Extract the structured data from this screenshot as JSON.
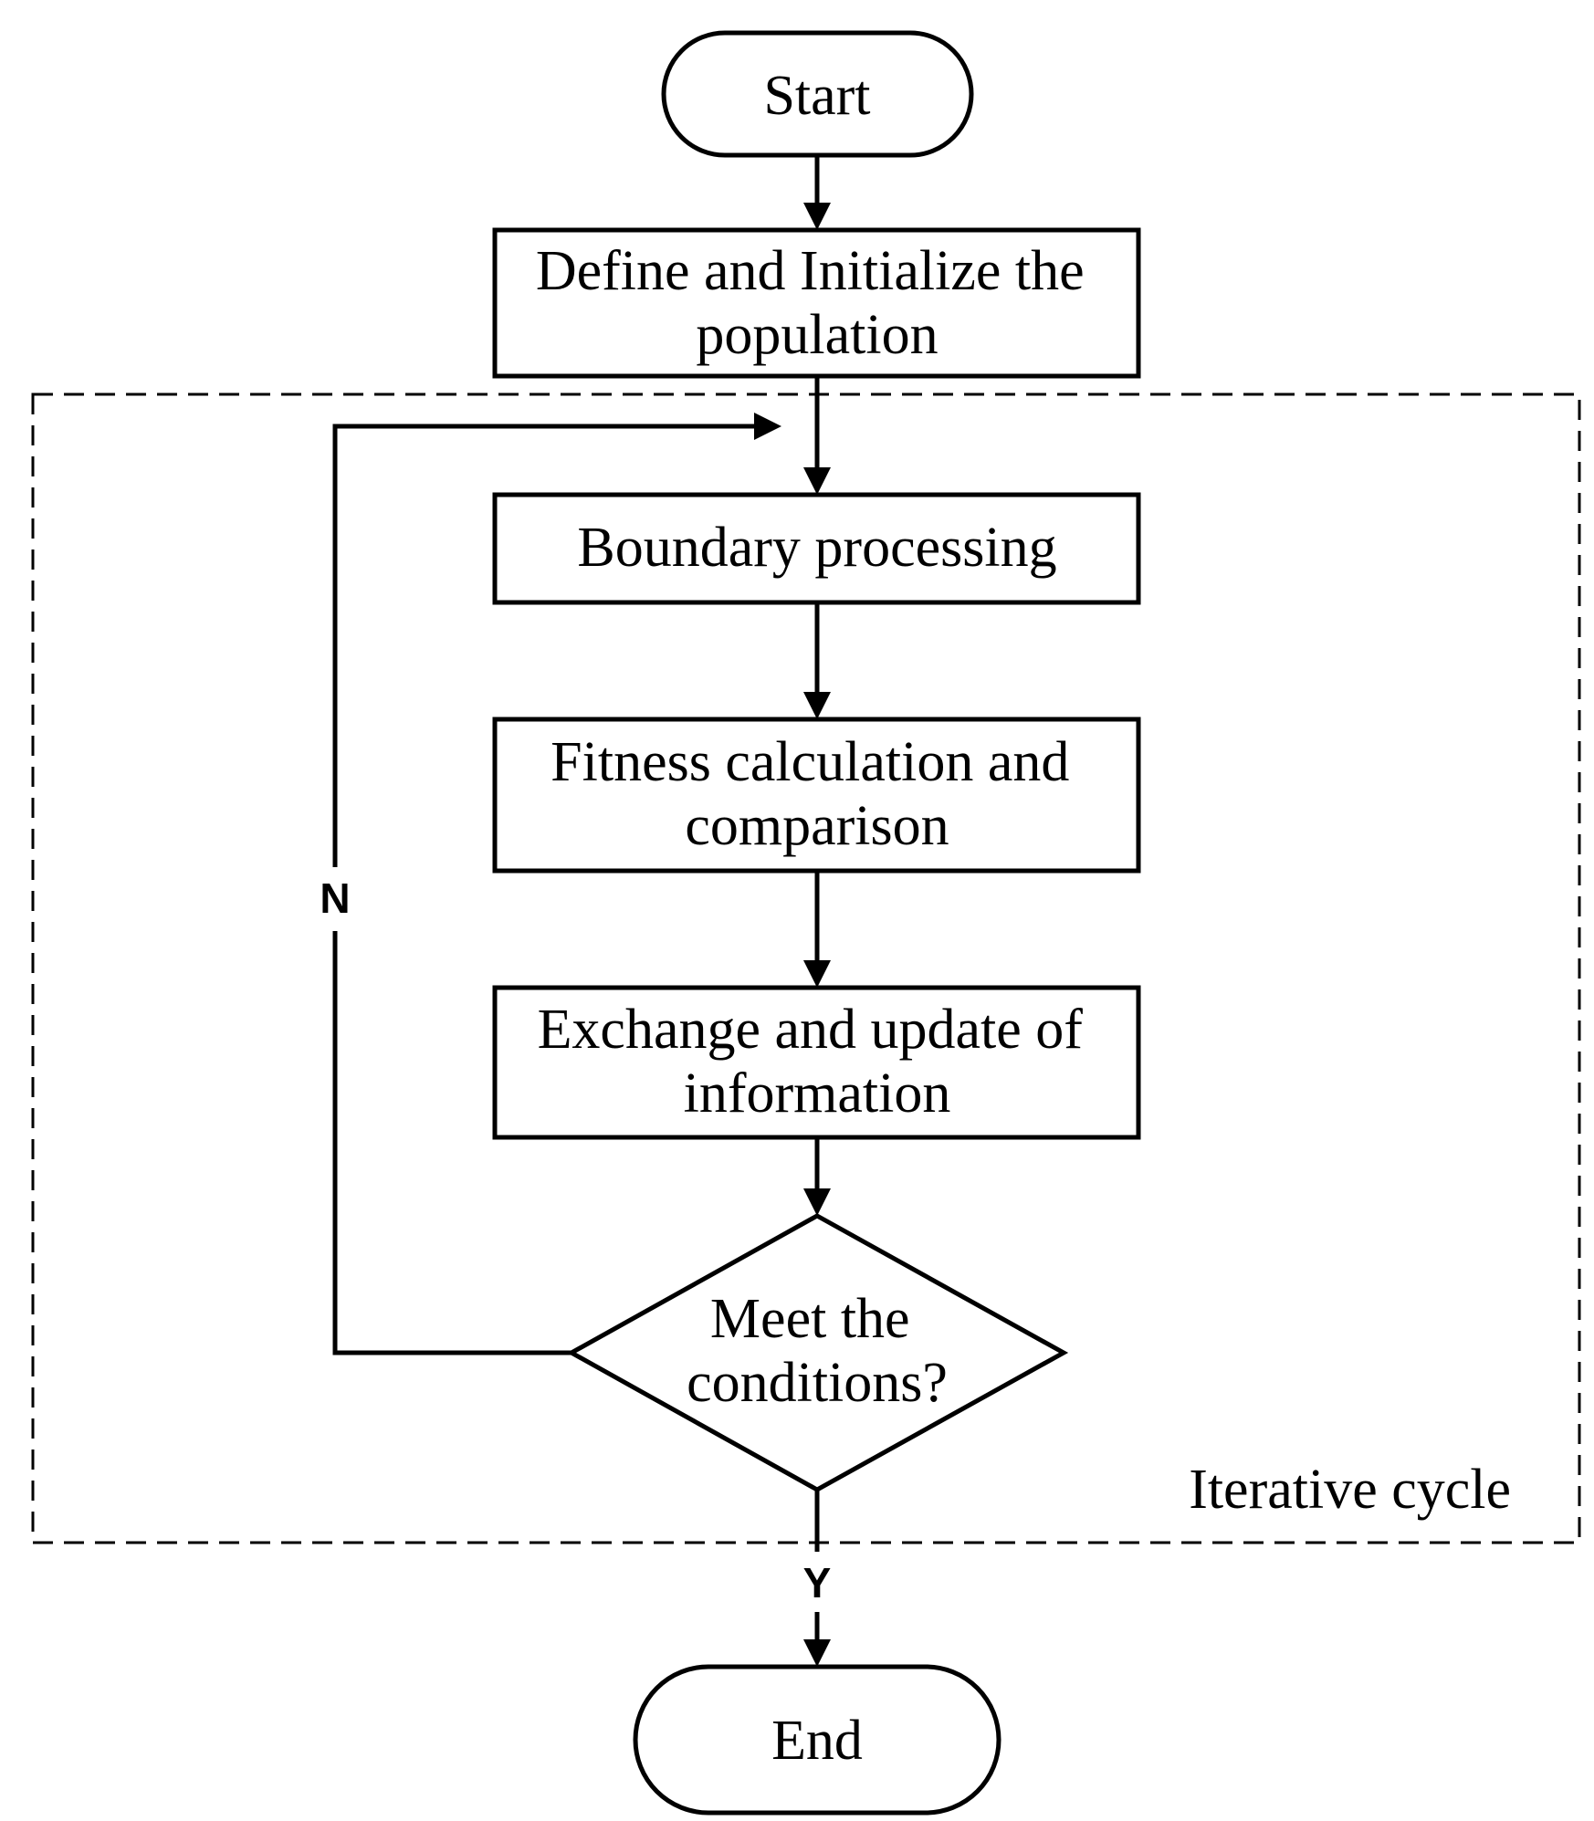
{
  "nodes": {
    "start": "Start",
    "init_line1": "Define and Initialize the",
    "init_line2": "population",
    "boundary": "Boundary processing",
    "fitness_line1": "Fitness calculation and",
    "fitness_line2": "comparison",
    "exchange_line1": "Exchange and update of",
    "exchange_line2": "information",
    "decision_line1": "Meet the",
    "decision_line2": "conditions?",
    "end": "End"
  },
  "edge_labels": {
    "no": "N",
    "yes": "Y"
  },
  "group": {
    "label": "Iterative cycle"
  }
}
